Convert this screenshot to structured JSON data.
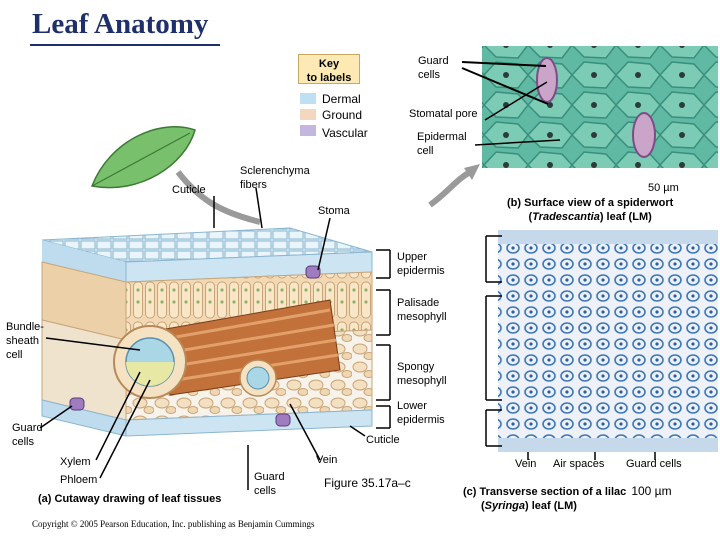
{
  "title": "Leaf Anatomy",
  "key": {
    "heading_line1": "Key",
    "heading_line2": "to labels",
    "items": [
      {
        "label": "Dermal",
        "color": "#bfe0f3"
      },
      {
        "label": "Ground",
        "color": "#f3d7be"
      },
      {
        "label": "Vascular",
        "color": "#c3b7e0"
      }
    ]
  },
  "labels": {
    "guard_cells_top_1": "Guard",
    "guard_cells_top_2": "cells",
    "stomatal_pore": "Stomatal pore",
    "epidermal_cell_1": "Epidermal",
    "epidermal_cell_2": "cell",
    "sclerenchyma_1": "Sclerenchyma",
    "sclerenchyma_2": "fibers",
    "cuticle_top": "Cuticle",
    "stoma": "Stoma",
    "upper_epidermis_1": "Upper",
    "upper_epidermis_2": "epidermis",
    "palisade_1": "Palisade",
    "palisade_2": "mesophyll",
    "bundle_sheath_1": "Bundle-",
    "bundle_sheath_2": "sheath",
    "bundle_sheath_3": "cell",
    "spongy_1": "Spongy",
    "spongy_2": "mesophyll",
    "lower_epidermis_1": "Lower",
    "lower_epidermis_2": "epidermis",
    "cuticle_bottom": "Cuticle",
    "guard_cells_left_1": "Guard",
    "guard_cells_left_2": "cells",
    "xylem": "Xylem",
    "phloem": "Phloem",
    "guard_cells_bottom_1": "Guard",
    "guard_cells_bottom_2": "cells",
    "vein": "Vein",
    "vein_c": "Vein",
    "air_spaces": "Air spaces",
    "guard_cells_c": "Guard cells"
  },
  "captions": {
    "a": "(a) Cutaway drawing of leaf tissues",
    "b_scale": "50 µm",
    "b_line1": "(b) Surface view of a spiderwort",
    "b_line2_pre": "(",
    "b_line2_italic": "Tradescantia",
    "b_line2_post": ") leaf (LM)",
    "c_line1": "(c) Transverse section of a lilac",
    "c_scale": "100 µm",
    "c_line2_pre": "(",
    "c_line2_italic": "Syringa",
    "c_line2_post": ") leaf (LM)",
    "figure": "Figure 35.17a–c",
    "copyright": "Copyright © 2005 Pearson Education, Inc. publishing as Benjamin Cummings"
  }
}
